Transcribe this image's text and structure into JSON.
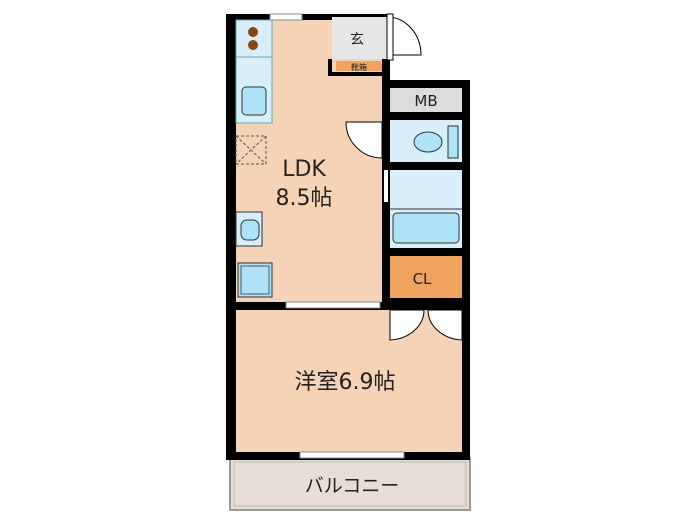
{
  "floorplan": {
    "rooms": {
      "ldk": {
        "name": "LDK",
        "size": "8.5帖"
      },
      "western_room": {
        "label": "洋室6.9帖"
      },
      "entrance": {
        "label": "玄",
        "shoe_box": "靴箱"
      },
      "mb": {
        "label": "MB"
      },
      "closet": {
        "label": "CL"
      },
      "balcony": {
        "label": "バルコニー"
      }
    },
    "colors": {
      "room_floor": "#f4d3b6",
      "wet_area": "#d9eefb",
      "fixture": "#aee3f7",
      "closet": "#f0a35e",
      "mb": "#dcdcdc",
      "balcony": "#e6ddd6",
      "wall": "#000000",
      "stove": "#8b4513"
    }
  }
}
